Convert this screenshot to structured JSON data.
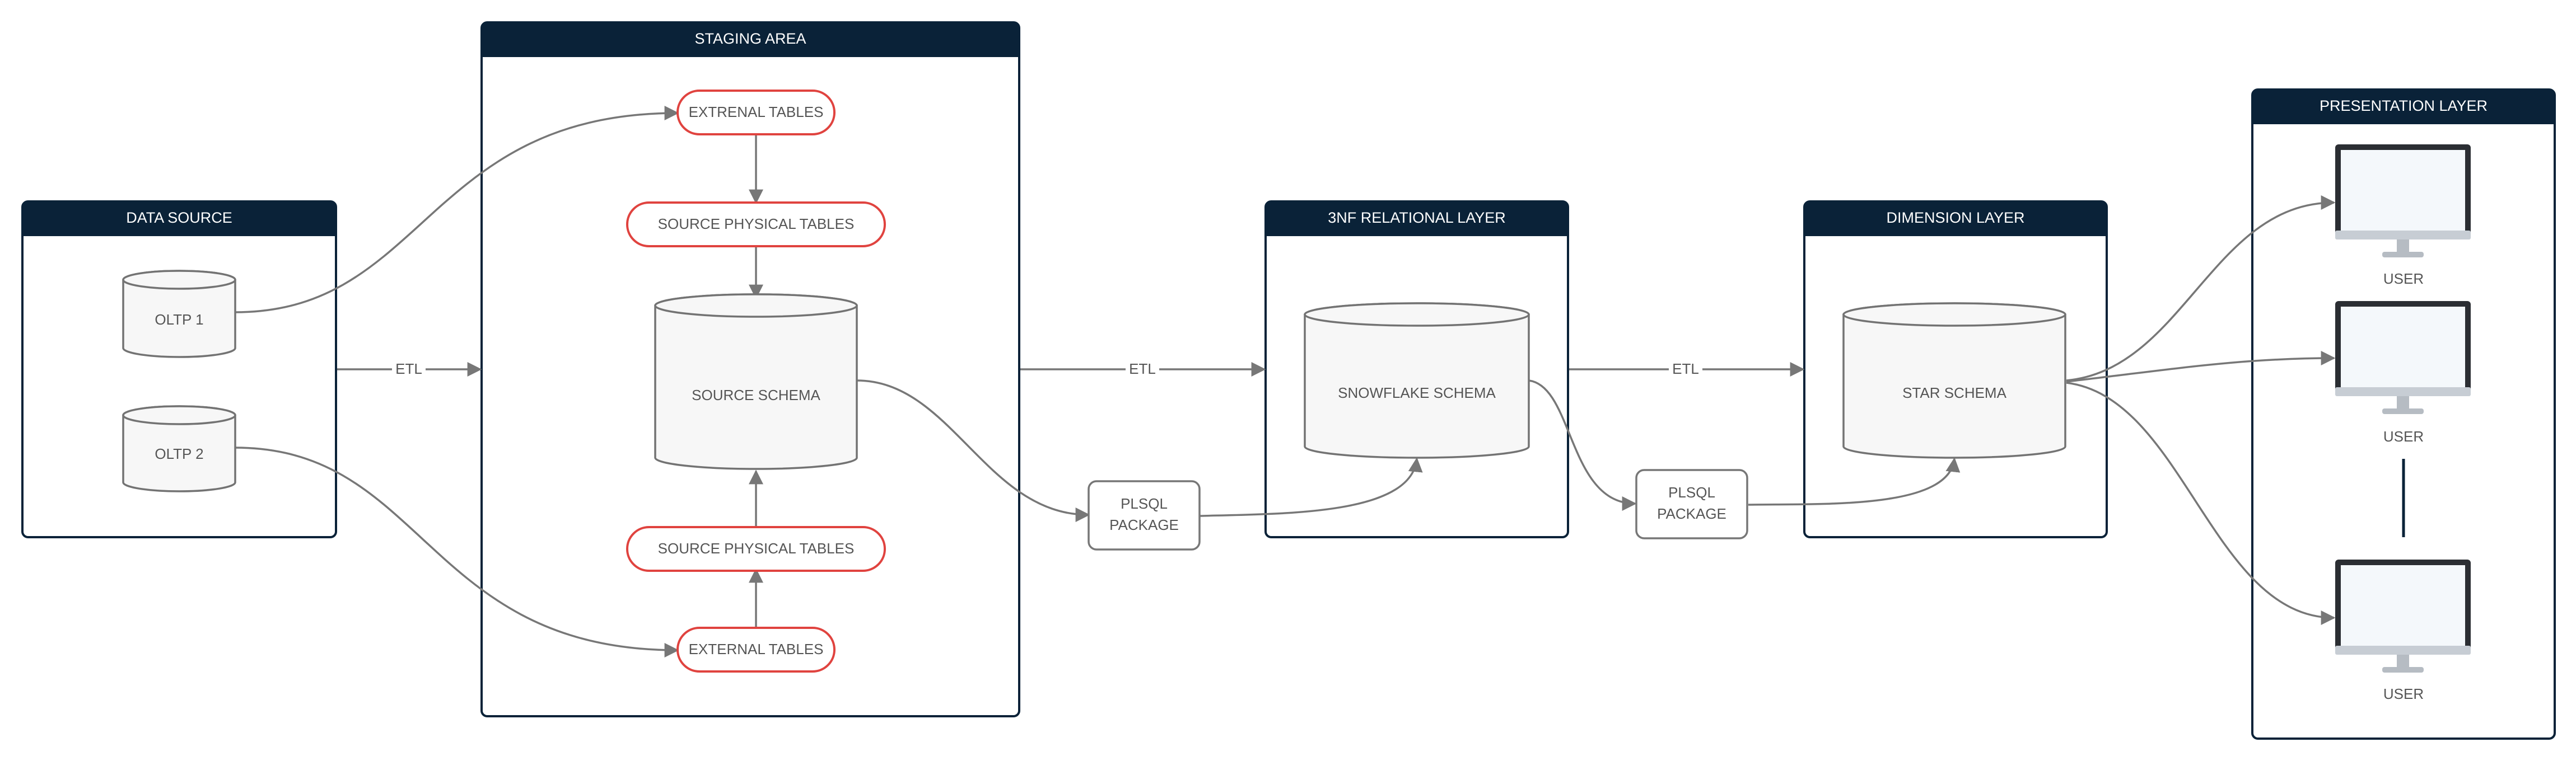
{
  "panels": {
    "data_source": "DATA SOURCE",
    "staging": "STAGING AREA",
    "relational": "3NF RELATIONAL LAYER",
    "dimension": "DIMENSION LAYER",
    "presentation": "PRESENTATION LAYER"
  },
  "databases": {
    "oltp1": "OLTP 1",
    "oltp2": "OLTP 2",
    "source_schema": "SOURCE SCHEMA",
    "snowflake_schema": "SNOWFLAKE SCHEMA",
    "star_schema": "STAR SCHEMA"
  },
  "staging_tables": {
    "external_top": "EXTRENAL TABLES",
    "physical_top": "SOURCE PHYSICAL TABLES",
    "physical_bottom": "SOURCE PHYSICAL TABLES",
    "external_bottom": "EXTERNAL TABLES"
  },
  "packages": {
    "pkg1": [
      "PLSQL",
      "PACKAGE"
    ],
    "pkg2": [
      "PLSQL",
      "PACKAGE"
    ]
  },
  "edges": {
    "etl1": "ETL",
    "etl2": "ETL",
    "etl3": "ETL"
  },
  "users": [
    "USER",
    "USER",
    "USER"
  ],
  "colors": {
    "header_navy": "#0a2238",
    "table_outline_red": "#e0433f",
    "connector_gray": "#777777"
  }
}
